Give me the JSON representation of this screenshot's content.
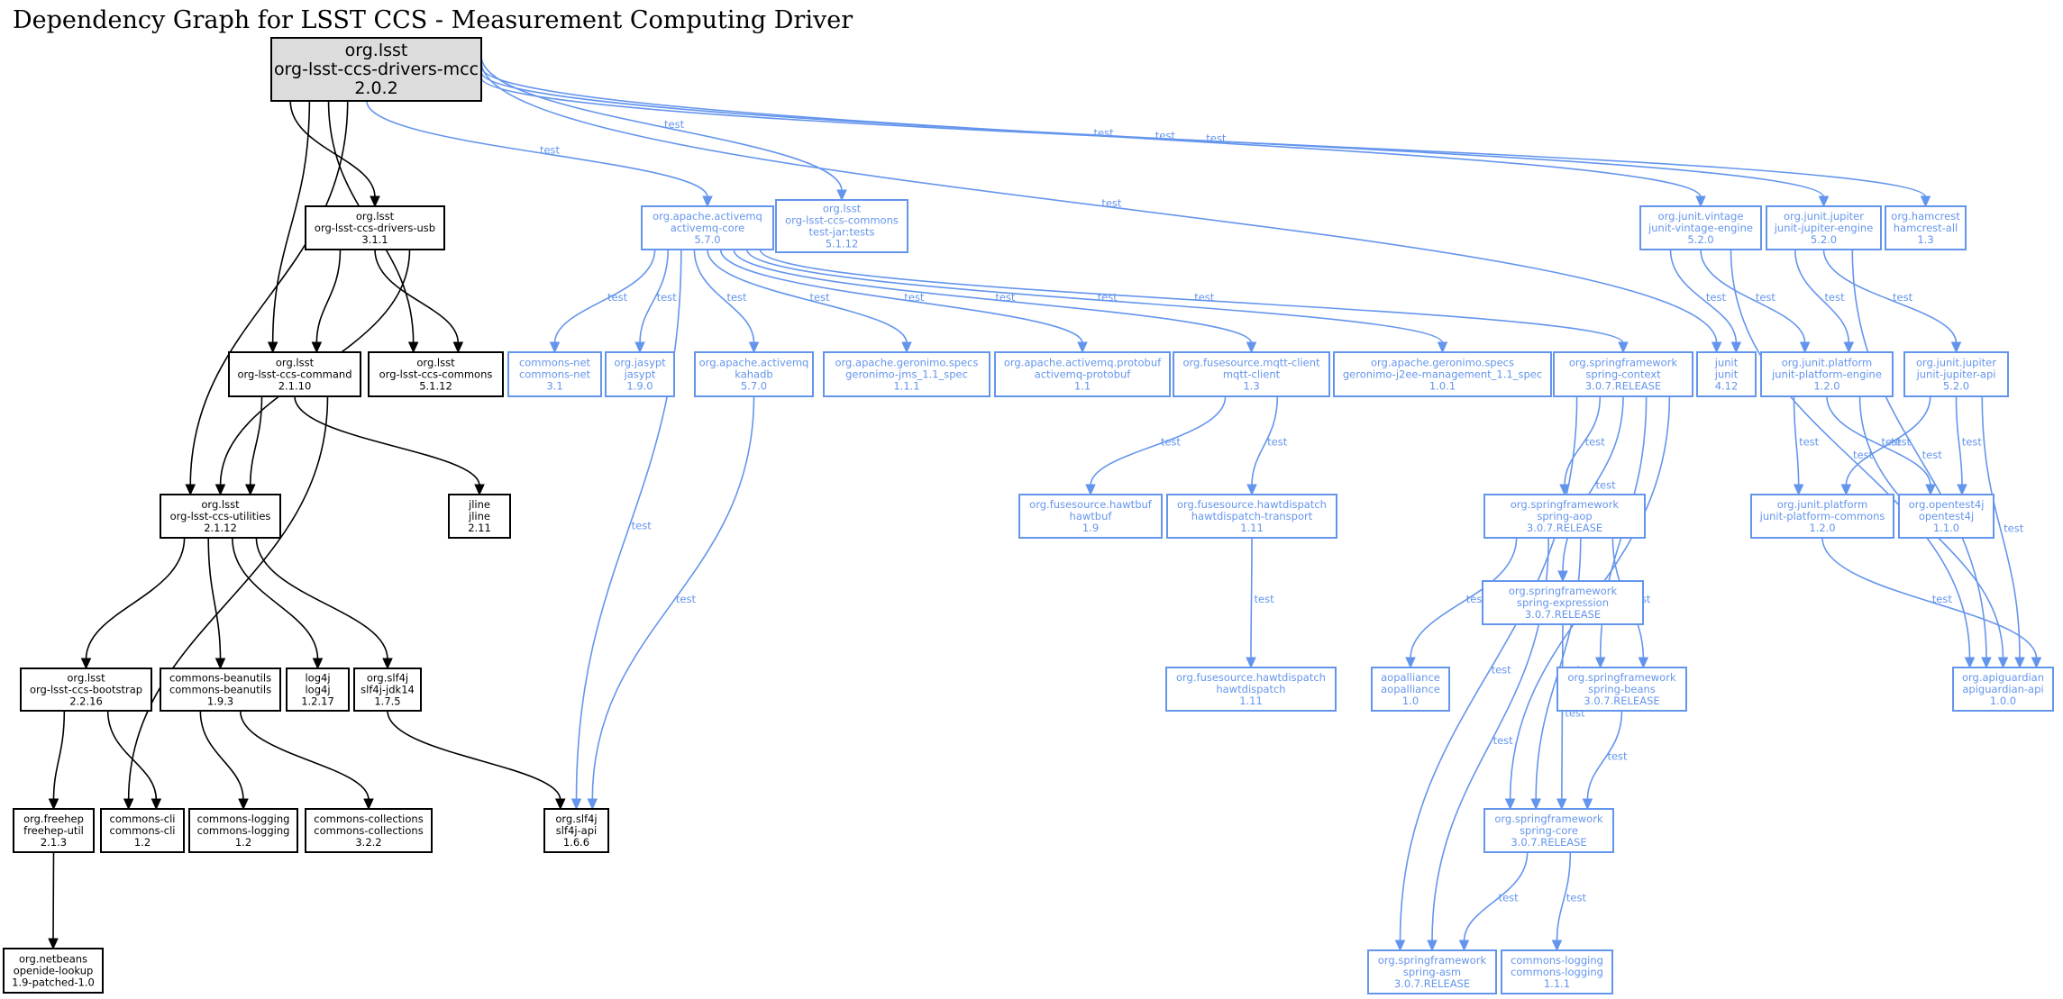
{
  "title": "Dependency Graph for LSST CCS - Measurement Computing Driver",
  "colors": {
    "compile": "#000000",
    "test": "#6495ed",
    "root_fill": "#dcdcdc"
  },
  "nodes": [
    {
      "id": "root",
      "group": "org.lsst",
      "artifact": "org-lsst-ccs-drivers-mcc",
      "version": "2.0.2",
      "scope": "root"
    },
    {
      "id": "usb",
      "group": "org.lsst",
      "artifact": "org-lsst-ccs-drivers-usb",
      "version": "3.1.1",
      "scope": "compile"
    },
    {
      "id": "command",
      "group": "org.lsst",
      "artifact": "org-lsst-ccs-command",
      "version": "2.1.10",
      "scope": "compile"
    },
    {
      "id": "ccscommons",
      "group": "org.lsst",
      "artifact": "org-lsst-ccs-commons",
      "version": "5.1.12",
      "scope": "compile"
    },
    {
      "id": "utilities",
      "group": "org.lsst",
      "artifact": "org-lsst-ccs-utilities",
      "version": "2.1.12",
      "scope": "compile"
    },
    {
      "id": "jline",
      "group": "jline",
      "artifact": "jline",
      "version": "2.11",
      "scope": "compile"
    },
    {
      "id": "bootstrap",
      "group": "org.lsst",
      "artifact": "org-lsst-ccs-bootstrap",
      "version": "2.2.16",
      "scope": "compile"
    },
    {
      "id": "beanutils",
      "group": "commons-beanutils",
      "artifact": "commons-beanutils",
      "version": "1.9.3",
      "scope": "compile"
    },
    {
      "id": "log4j",
      "group": "log4j",
      "artifact": "log4j",
      "version": "1.2.17",
      "scope": "compile"
    },
    {
      "id": "slf4jjdk14",
      "group": "org.slf4j",
      "artifact": "slf4j-jdk14",
      "version": "1.7.5",
      "scope": "compile"
    },
    {
      "id": "freehep",
      "group": "org.freehep",
      "artifact": "freehep-util",
      "version": "2.1.3",
      "scope": "compile"
    },
    {
      "id": "commonscli",
      "group": "commons-cli",
      "artifact": "commons-cli",
      "version": "1.2",
      "scope": "compile"
    },
    {
      "id": "commonslogging12",
      "group": "commons-logging",
      "artifact": "commons-logging",
      "version": "1.2",
      "scope": "compile"
    },
    {
      "id": "collections",
      "group": "commons-collections",
      "artifact": "commons-collections",
      "version": "3.2.2",
      "scope": "compile"
    },
    {
      "id": "slf4japi",
      "group": "org.slf4j",
      "artifact": "slf4j-api",
      "version": "1.6.6",
      "scope": "compile"
    },
    {
      "id": "netbeans",
      "group": "org.netbeans",
      "artifact": "openide-lookup",
      "version": "1.9-patched-1.0",
      "scope": "compile"
    },
    {
      "id": "activemqcore",
      "group": "org.apache.activemq",
      "artifact": "activemq-core",
      "version": "5.7.0",
      "scope": "test"
    },
    {
      "id": "ccscommonstests",
      "group": "org.lsst",
      "artifact": "org-lsst-ccs-commons",
      "classifier": "test-jar:tests",
      "version": "5.1.12",
      "scope": "test"
    },
    {
      "id": "commonsnet",
      "group": "commons-net",
      "artifact": "commons-net",
      "version": "3.1",
      "scope": "test"
    },
    {
      "id": "jasypt",
      "group": "org.jasypt",
      "artifact": "jasypt",
      "version": "1.9.0",
      "scope": "test"
    },
    {
      "id": "kahadb",
      "group": "org.apache.activemq",
      "artifact": "kahadb",
      "version": "5.7.0",
      "scope": "test"
    },
    {
      "id": "geronimojms",
      "group": "org.apache.geronimo.specs",
      "artifact": "geronimo-jms_1.1_spec",
      "version": "1.1.1",
      "scope": "test"
    },
    {
      "id": "protobuf",
      "group": "org.apache.activemq.protobuf",
      "artifact": "activemq-protobuf",
      "version": "1.1",
      "scope": "test"
    },
    {
      "id": "mqtt",
      "group": "org.fusesource.mqtt-client",
      "artifact": "mqtt-client",
      "version": "1.3",
      "scope": "test"
    },
    {
      "id": "geronimoj2ee",
      "group": "org.apache.geronimo.specs",
      "artifact": "geronimo-j2ee-management_1.1_spec",
      "version": "1.0.1",
      "scope": "test"
    },
    {
      "id": "springcontext",
      "group": "org.springframework",
      "artifact": "spring-context",
      "version": "3.0.7.RELEASE",
      "scope": "test"
    },
    {
      "id": "junit",
      "group": "junit",
      "artifact": "junit",
      "version": "4.12",
      "scope": "test"
    },
    {
      "id": "platformengine",
      "group": "org.junit.platform",
      "artifact": "junit-platform-engine",
      "version": "1.2.0",
      "scope": "test"
    },
    {
      "id": "jupiterapi",
      "group": "org.junit.jupiter",
      "artifact": "junit-jupiter-api",
      "version": "5.2.0",
      "scope": "test"
    },
    {
      "id": "vintage",
      "group": "org.junit.vintage",
      "artifact": "junit-vintage-engine",
      "version": "5.2.0",
      "scope": "test"
    },
    {
      "id": "jupiterengine",
      "group": "org.junit.jupiter",
      "artifact": "junit-jupiter-engine",
      "version": "5.2.0",
      "scope": "test"
    },
    {
      "id": "hamcrest",
      "group": "org.hamcrest",
      "artifact": "hamcrest-all",
      "version": "1.3",
      "scope": "test"
    },
    {
      "id": "hawtbuf",
      "group": "org.fusesource.hawtbuf",
      "artifact": "hawtbuf",
      "version": "1.9",
      "scope": "test"
    },
    {
      "id": "hawttransport",
      "group": "org.fusesource.hawtdispatch",
      "artifact": "hawtdispatch-transport",
      "version": "1.11",
      "scope": "test"
    },
    {
      "id": "hawtdispatch",
      "group": "org.fusesource.hawtdispatch",
      "artifact": "hawtdispatch",
      "version": "1.11",
      "scope": "test"
    },
    {
      "id": "springaop",
      "group": "org.springframework",
      "artifact": "spring-aop",
      "version": "3.0.7.RELEASE",
      "scope": "test"
    },
    {
      "id": "springexpression",
      "group": "org.springframework",
      "artifact": "spring-expression",
      "version": "3.0.7.RELEASE",
      "scope": "test"
    },
    {
      "id": "aopalliance",
      "group": "aopalliance",
      "artifact": "aopalliance",
      "version": "1.0",
      "scope": "test"
    },
    {
      "id": "springbeans",
      "group": "org.springframework",
      "artifact": "spring-beans",
      "version": "3.0.7.RELEASE",
      "scope": "test"
    },
    {
      "id": "springcore",
      "group": "org.springframework",
      "artifact": "spring-core",
      "version": "3.0.7.RELEASE",
      "scope": "test"
    },
    {
      "id": "springasm",
      "group": "org.springframework",
      "artifact": "spring-asm",
      "version": "3.0.7.RELEASE",
      "scope": "test"
    },
    {
      "id": "commonslogging111",
      "group": "commons-logging",
      "artifact": "commons-logging",
      "version": "1.1.1",
      "scope": "test"
    },
    {
      "id": "platformcommons",
      "group": "org.junit.platform",
      "artifact": "junit-platform-commons",
      "version": "1.2.0",
      "scope": "test"
    },
    {
      "id": "opentest4j",
      "group": "org.opentest4j",
      "artifact": "opentest4j",
      "version": "1.1.0",
      "scope": "test"
    },
    {
      "id": "apiguardian",
      "group": "org.apiguardian",
      "artifact": "apiguardian-api",
      "version": "1.0.0",
      "scope": "test"
    }
  ],
  "edges": [
    {
      "from": "root",
      "to": "usb",
      "scope": "compile",
      "label": ""
    },
    {
      "from": "root",
      "to": "command",
      "scope": "compile",
      "label": ""
    },
    {
      "from": "root",
      "to": "ccscommons",
      "scope": "compile",
      "label": ""
    },
    {
      "from": "root",
      "to": "utilities",
      "scope": "compile",
      "label": ""
    },
    {
      "from": "root",
      "to": "activemqcore",
      "scope": "test",
      "label": "test"
    },
    {
      "from": "root",
      "to": "ccscommonstests",
      "scope": "test",
      "label": "test"
    },
    {
      "from": "root",
      "to": "junit",
      "scope": "test",
      "label": "test"
    },
    {
      "from": "root",
      "to": "vintage",
      "scope": "test",
      "label": "test"
    },
    {
      "from": "root",
      "to": "jupiterengine",
      "scope": "test",
      "label": "test"
    },
    {
      "from": "root",
      "to": "hamcrest",
      "scope": "test",
      "label": "test"
    },
    {
      "from": "usb",
      "to": "command",
      "scope": "compile",
      "label": ""
    },
    {
      "from": "usb",
      "to": "ccscommons",
      "scope": "compile",
      "label": ""
    },
    {
      "from": "usb",
      "to": "utilities",
      "scope": "compile",
      "label": ""
    },
    {
      "from": "command",
      "to": "utilities",
      "scope": "compile",
      "label": ""
    },
    {
      "from": "command",
      "to": "jline",
      "scope": "compile",
      "label": ""
    },
    {
      "from": "command",
      "to": "commonscli",
      "scope": "compile",
      "label": ""
    },
    {
      "from": "utilities",
      "to": "bootstrap",
      "scope": "compile",
      "label": ""
    },
    {
      "from": "utilities",
      "to": "beanutils",
      "scope": "compile",
      "label": ""
    },
    {
      "from": "utilities",
      "to": "log4j",
      "scope": "compile",
      "label": ""
    },
    {
      "from": "utilities",
      "to": "slf4jjdk14",
      "scope": "compile",
      "label": ""
    },
    {
      "from": "bootstrap",
      "to": "freehep",
      "scope": "compile",
      "label": ""
    },
    {
      "from": "bootstrap",
      "to": "commonscli",
      "scope": "compile",
      "label": ""
    },
    {
      "from": "beanutils",
      "to": "commonslogging12",
      "scope": "compile",
      "label": ""
    },
    {
      "from": "beanutils",
      "to": "collections",
      "scope": "compile",
      "label": ""
    },
    {
      "from": "slf4jjdk14",
      "to": "slf4japi",
      "scope": "compile",
      "label": ""
    },
    {
      "from": "freehep",
      "to": "netbeans",
      "scope": "compile",
      "label": ""
    },
    {
      "from": "activemqcore",
      "to": "commonsnet",
      "scope": "test",
      "label": "test"
    },
    {
      "from": "activemqcore",
      "to": "jasypt",
      "scope": "test",
      "label": "test"
    },
    {
      "from": "activemqcore",
      "to": "slf4japi",
      "scope": "test",
      "label": "test"
    },
    {
      "from": "activemqcore",
      "to": "kahadb",
      "scope": "test",
      "label": "test"
    },
    {
      "from": "activemqcore",
      "to": "geronimojms",
      "scope": "test",
      "label": "test"
    },
    {
      "from": "activemqcore",
      "to": "protobuf",
      "scope": "test",
      "label": "test"
    },
    {
      "from": "activemqcore",
      "to": "mqtt",
      "scope": "test",
      "label": "test"
    },
    {
      "from": "activemqcore",
      "to": "geronimoj2ee",
      "scope": "test",
      "label": "test"
    },
    {
      "from": "activemqcore",
      "to": "springcontext",
      "scope": "test",
      "label": "test"
    },
    {
      "from": "kahadb",
      "to": "slf4japi",
      "scope": "test",
      "label": "test"
    },
    {
      "from": "mqtt",
      "to": "hawtbuf",
      "scope": "test",
      "label": "test"
    },
    {
      "from": "mqtt",
      "to": "hawttransport",
      "scope": "test",
      "label": "test"
    },
    {
      "from": "hawttransport",
      "to": "hawtdispatch",
      "scope": "test",
      "label": "test"
    },
    {
      "from": "springcontext",
      "to": "springasm",
      "scope": "test",
      "label": "test"
    },
    {
      "from": "springcontext",
      "to": "springaop",
      "scope": "test",
      "label": "test"
    },
    {
      "from": "springcontext",
      "to": "springexpression",
      "scope": "test",
      "label": "test"
    },
    {
      "from": "springcontext",
      "to": "springbeans",
      "scope": "test",
      "label": "test"
    },
    {
      "from": "springcontext",
      "to": "springcore",
      "scope": "test",
      "label": "test"
    },
    {
      "from": "springaop",
      "to": "aopalliance",
      "scope": "test",
      "label": "test"
    },
    {
      "from": "springaop",
      "to": "springasm",
      "scope": "test",
      "label": "test"
    },
    {
      "from": "springaop",
      "to": "springcore",
      "scope": "test",
      "label": "test"
    },
    {
      "from": "springaop",
      "to": "springbeans",
      "scope": "test",
      "label": "test"
    },
    {
      "from": "springexpression",
      "to": "springcore",
      "scope": "test",
      "label": "test"
    },
    {
      "from": "springbeans",
      "to": "springcore",
      "scope": "test",
      "label": "test"
    },
    {
      "from": "springcore",
      "to": "springasm",
      "scope": "test",
      "label": "test"
    },
    {
      "from": "springcore",
      "to": "commonslogging111",
      "scope": "test",
      "label": "test"
    },
    {
      "from": "vintage",
      "to": "junit",
      "scope": "test",
      "label": "test"
    },
    {
      "from": "vintage",
      "to": "platformengine",
      "scope": "test",
      "label": "test"
    },
    {
      "from": "vintage",
      "to": "apiguardian",
      "scope": "test",
      "label": "test"
    },
    {
      "from": "jupiterengine",
      "to": "platformengine",
      "scope": "test",
      "label": "test"
    },
    {
      "from": "jupiterengine",
      "to": "jupiterapi",
      "scope": "test",
      "label": "test"
    },
    {
      "from": "jupiterengine",
      "to": "apiguardian",
      "scope": "test",
      "label": "test"
    },
    {
      "from": "platformengine",
      "to": "platformcommons",
      "scope": "test",
      "label": "test"
    },
    {
      "from": "platformengine",
      "to": "opentest4j",
      "scope": "test",
      "label": "test"
    },
    {
      "from": "platformengine",
      "to": "apiguardian",
      "scope": "test",
      "label": "test"
    },
    {
      "from": "jupiterapi",
      "to": "platformcommons",
      "scope": "test",
      "label": "test"
    },
    {
      "from": "jupiterapi",
      "to": "opentest4j",
      "scope": "test",
      "label": "test"
    },
    {
      "from": "jupiterapi",
      "to": "apiguardian",
      "scope": "test",
      "label": "test"
    },
    {
      "from": "platformcommons",
      "to": "apiguardian",
      "scope": "test",
      "label": "test"
    }
  ]
}
